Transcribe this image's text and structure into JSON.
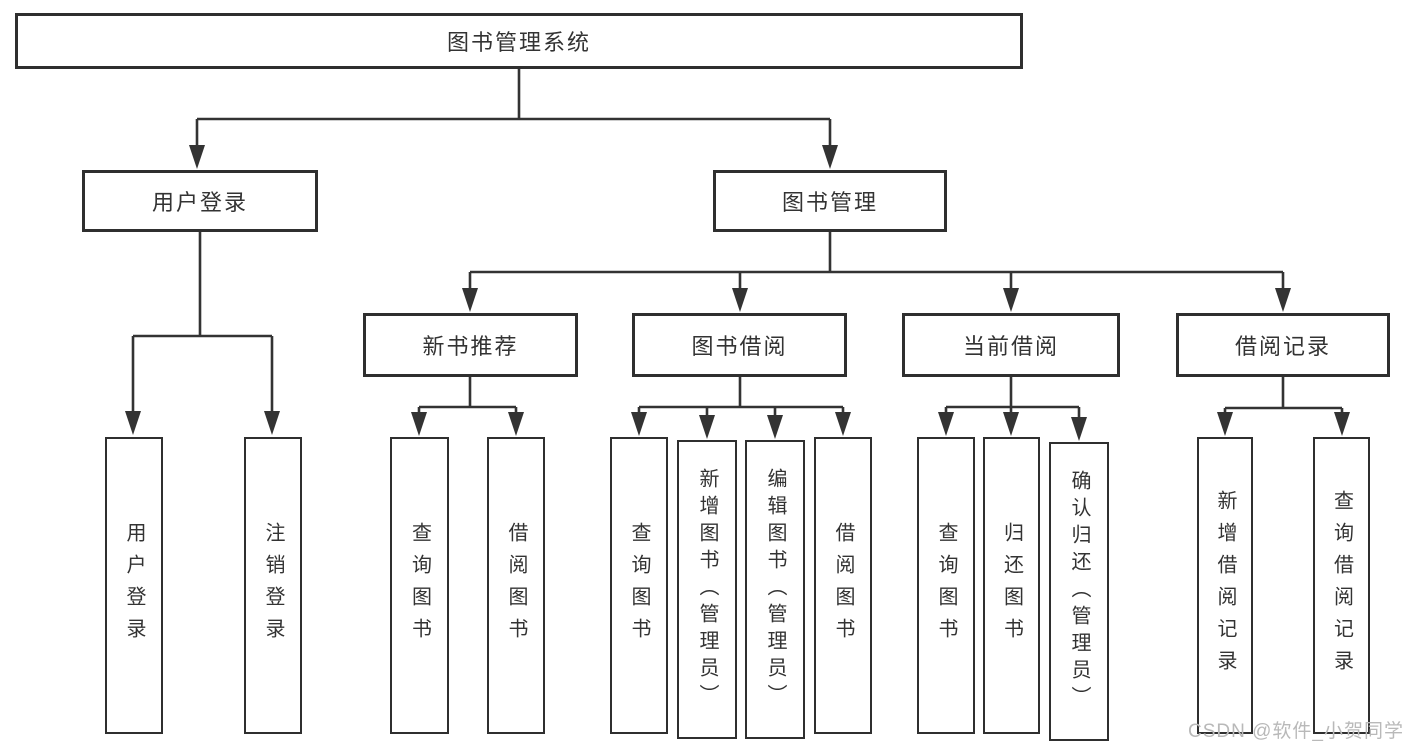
{
  "tree": {
    "root": {
      "label": "图书管理系统"
    },
    "level2": [
      {
        "label": "用户登录"
      },
      {
        "label": "图书管理"
      }
    ],
    "level3": [
      {
        "label": "新书推荐"
      },
      {
        "label": "图书借阅"
      },
      {
        "label": "当前借阅"
      },
      {
        "label": "借阅记录"
      }
    ],
    "leaves": {
      "user_login": {
        "label": "用户登录"
      },
      "logout": {
        "label": "注销登录"
      },
      "rec_query_book": {
        "label": "查询图书"
      },
      "rec_borrow_book": {
        "label": "借阅图书"
      },
      "borrow_query_book": {
        "label": "查询图书"
      },
      "borrow_add_book": {
        "label": "新增图书（管理员）"
      },
      "borrow_edit_book": {
        "label": "编辑图书（管理员）"
      },
      "borrow_borrow_book": {
        "label": "借阅图书"
      },
      "current_query_book": {
        "label": "查询图书"
      },
      "current_return_book": {
        "label": "归还图书"
      },
      "current_confirm_return": {
        "label": "确认归还（管理员）"
      },
      "record_add": {
        "label": "新增借阅记录"
      },
      "record_query": {
        "label": "查询借阅记录"
      }
    }
  },
  "watermark": {
    "text": "CSDN @软件_小贺同学"
  },
  "colors": {
    "background": "#ffffff",
    "line": "#333333",
    "box_border": "#2f2f2f",
    "text": "#333333",
    "watermark": "#b9b9b9"
  }
}
